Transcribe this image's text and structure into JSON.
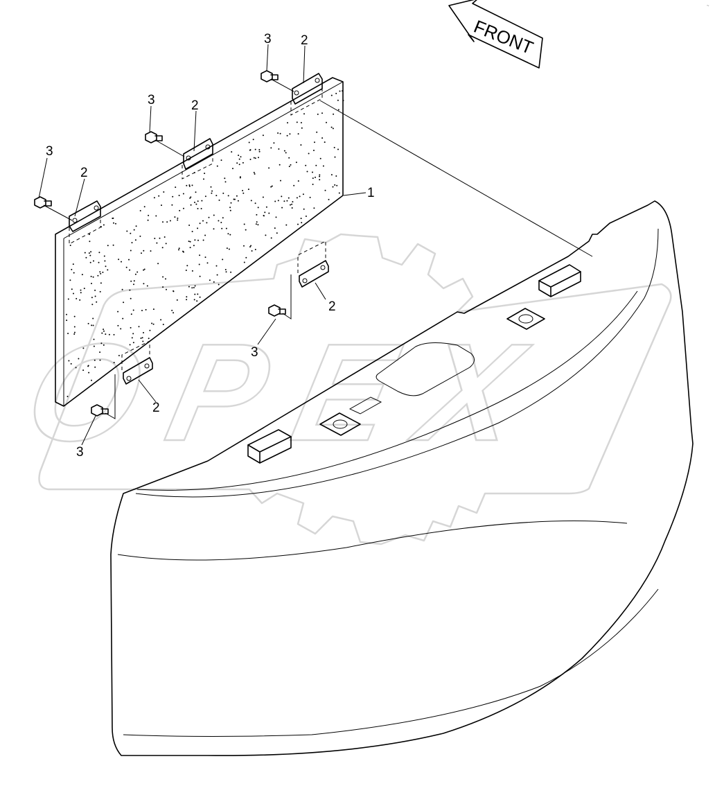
{
  "direction_arrow": {
    "label": "FRONT"
  },
  "watermark": {
    "text": "OPEX"
  },
  "callouts": [
    {
      "id": "c1",
      "number": "1",
      "part": "panel"
    },
    {
      "id": "c2a",
      "number": "2",
      "part": "bracket"
    },
    {
      "id": "c2b",
      "number": "2",
      "part": "bracket"
    },
    {
      "id": "c2c",
      "number": "2",
      "part": "bracket"
    },
    {
      "id": "c2d",
      "number": "2",
      "part": "bracket"
    },
    {
      "id": "c2e",
      "number": "2",
      "part": "bracket"
    },
    {
      "id": "c3a",
      "number": "3",
      "part": "bolt"
    },
    {
      "id": "c3b",
      "number": "3",
      "part": "bolt"
    },
    {
      "id": "c3c",
      "number": "3",
      "part": "bolt"
    },
    {
      "id": "c3d",
      "number": "3",
      "part": "bolt"
    },
    {
      "id": "c3e",
      "number": "3",
      "part": "bolt"
    }
  ]
}
